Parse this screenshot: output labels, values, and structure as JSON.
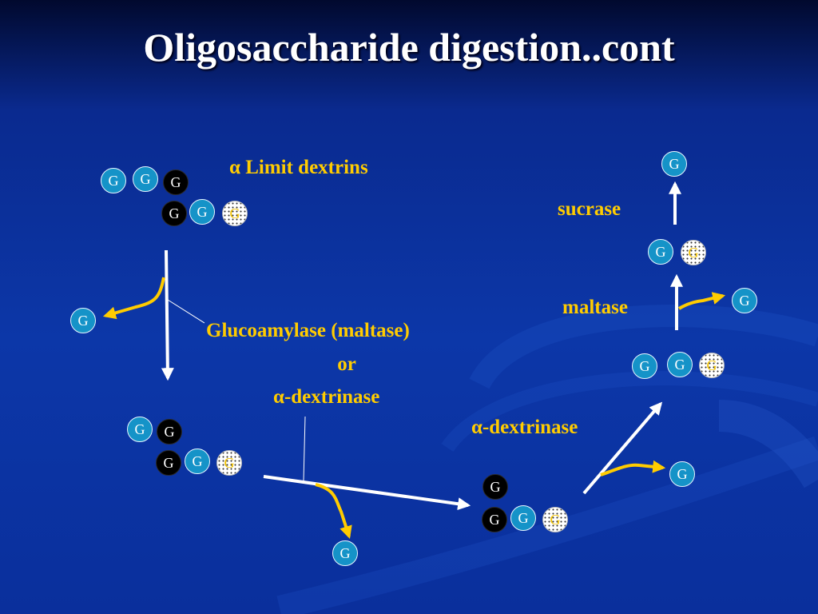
{
  "title": "Oligosaccharide digestion..cont",
  "labels": {
    "limit_dextrins_symbol": "α",
    "limit_dextrins": " Limit dextrins",
    "glucoamylase": "Glucoamylase (maltase)",
    "or": "or",
    "dextrinase_1_symbol": "α",
    "dextrinase_1": "-dextrinase",
    "dextrinase_2_symbol": "α",
    "dextrinase_2": "-dextrinase",
    "maltase": "maltase",
    "sucrase": "sucrase"
  },
  "glucose_letter": "G",
  "colors": {
    "text_label": "#ffcc00",
    "glucose_teal": "#1593c8",
    "glucose_branch": "#000000",
    "arrow_main": "#ffffff",
    "arrow_release": "#ffcc00"
  }
}
